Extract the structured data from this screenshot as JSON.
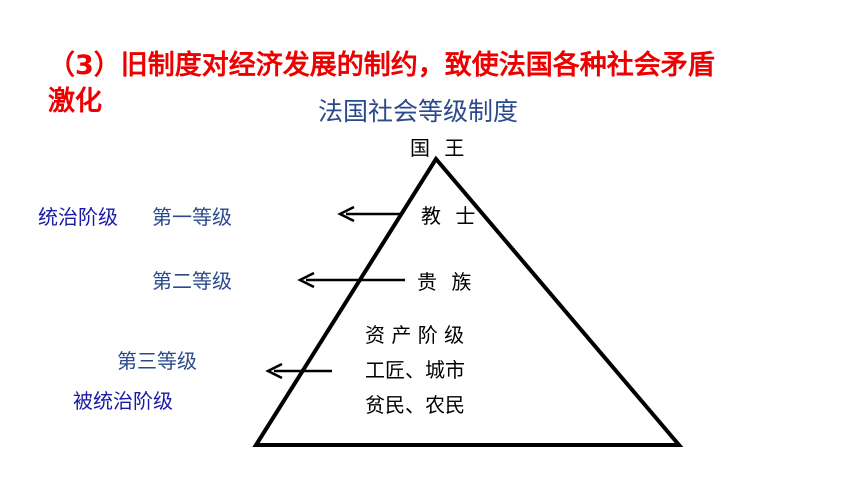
{
  "heading": {
    "line1": "（3）旧制度对经济发展的制约，致使法国各种社会矛盾",
    "line2": "激化"
  },
  "diagram": {
    "title": "法国社会等级制度",
    "apex_label": "国 王",
    "tiers": {
      "first": "教 士",
      "second": "贵 族",
      "third_line1": "资 产 阶 级",
      "third_line2": "工匠、城市",
      "third_line3": "贫民、农民"
    },
    "left_labels": {
      "ruling_class": "统治阶级",
      "first_estate": "第一等级",
      "second_estate": "第二等级",
      "third_estate": "第三等级",
      "ruled_class": "被统治阶级"
    },
    "colors": {
      "heading": "#ee0000",
      "title": "#2b4a8b",
      "class_label": "#1a1aa8",
      "estate_label": "#2b4a8b",
      "lines": "#000000"
    }
  }
}
